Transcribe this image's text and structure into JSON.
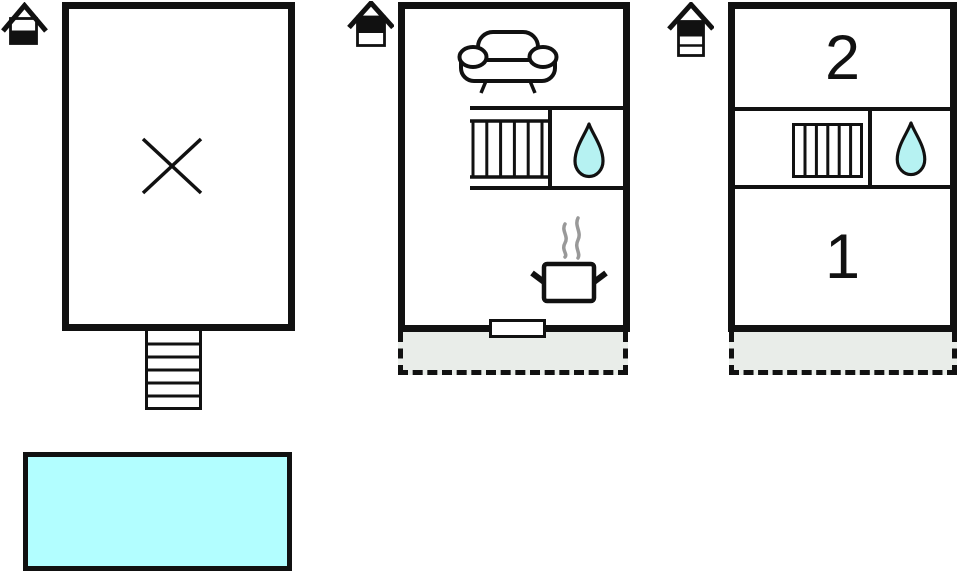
{
  "diagram": {
    "type": "vacation-house-floor-plan",
    "rooms": {
      "bedroom_1": {
        "label": "1"
      },
      "bedroom_2": {
        "label": "2"
      }
    },
    "levels": [
      {
        "id": "lower-level",
        "indicator_icon": "house-floor-indicator-lower",
        "features": [
          "crossed-empty-room",
          "exterior-staircase",
          "swimming-pool"
        ]
      },
      {
        "id": "main-level",
        "indicator_icon": "house-floor-indicator-main",
        "features": [
          "sofa",
          "staircase",
          "bathroom-water-drop",
          "kitchen-cooking-pot",
          "door-opening",
          "terrace"
        ]
      },
      {
        "id": "top-level",
        "indicator_icon": "house-floor-indicator-top",
        "features": [
          "bedroom-2",
          "staircase",
          "bathroom-water-drop",
          "bedroom-1",
          "balcony"
        ]
      }
    ],
    "colors": {
      "line": "#111111",
      "pool_fill": "#b2feff",
      "water_drop_fill": "#b6f2f2",
      "terrace_fill": "#e9ede9",
      "steam": "#999999"
    }
  }
}
